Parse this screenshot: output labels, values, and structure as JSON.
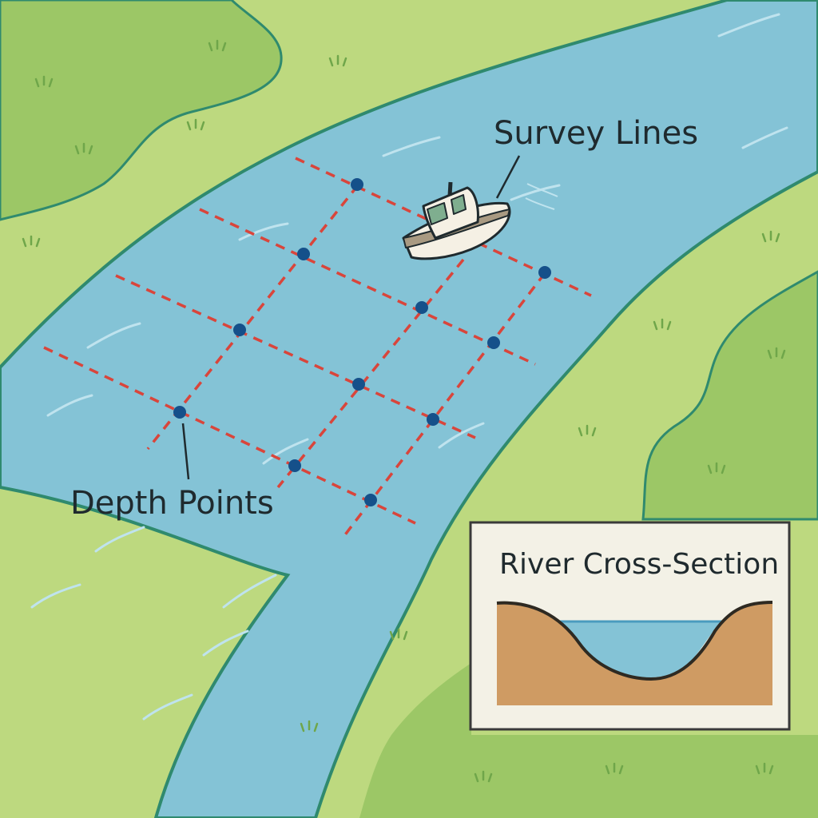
{
  "labels": {
    "survey_lines": "Survey Lines",
    "depth_points": "Depth Points"
  },
  "inset": {
    "title": "River Cross-Section"
  },
  "colors": {
    "grass_light": "#bdd97f",
    "grass_dark": "#9cc766",
    "bank_edge": "#2f8a6e",
    "water": "#84c3d6",
    "survey_line": "#d9453b",
    "depth_point": "#15508a",
    "soil": "#cf9b63",
    "inset_bg": "#f3f1e6"
  },
  "icons": [
    "survey-boat-icon",
    "grass-tuft-icon",
    "wave-icon"
  ]
}
